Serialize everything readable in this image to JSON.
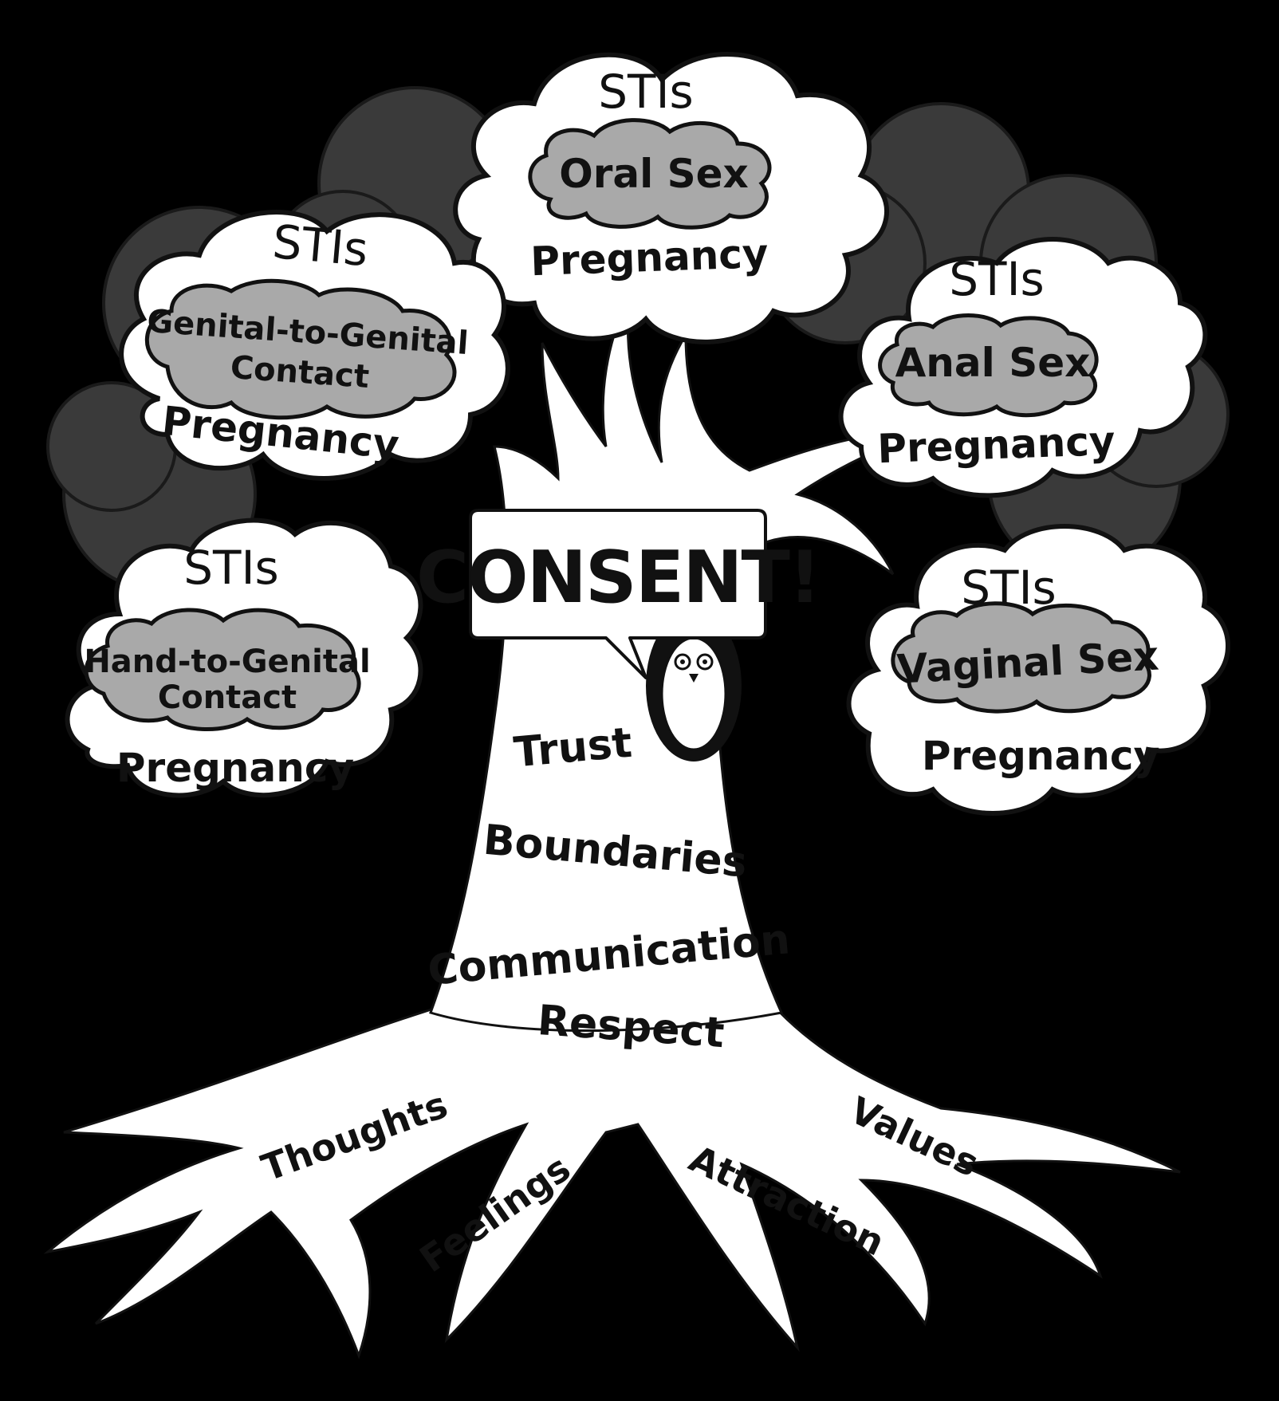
{
  "title": "CONSENT!",
  "colors": {
    "background": "#000000",
    "canopy": "#3a3a3a",
    "cloud": "#ffffff",
    "activity_cloud": "#a9a9a9",
    "outline": "#111111",
    "trunk": "#ffffff"
  },
  "clouds": [
    {
      "id": "top",
      "sti_label": "STIs",
      "activity": [
        "Oral Sex"
      ],
      "pregnancy_label": "Pregnancy"
    },
    {
      "id": "left-upper",
      "sti_label": "STIs",
      "activity": [
        "Genital-to-Genital",
        "Contact"
      ],
      "pregnancy_label": "Pregnancy"
    },
    {
      "id": "right-upper",
      "sti_label": "STIs",
      "activity": [
        "Anal Sex"
      ],
      "pregnancy_label": "Pregnancy"
    },
    {
      "id": "left-lower",
      "sti_label": "STIs",
      "activity": [
        "Hand-to-Genital",
        "Contact"
      ],
      "pregnancy_label": "Pregnancy"
    },
    {
      "id": "right-lower",
      "sti_label": "STIs",
      "activity": [
        "Vaginal Sex"
      ],
      "pregnancy_label": "Pregnancy"
    }
  ],
  "trunk_words": [
    "Trust",
    "Boundaries",
    "Communication",
    "Respect"
  ],
  "root_words": [
    "Thoughts",
    "Feelings",
    "Attraction",
    "Values"
  ],
  "mascot": "owl-icon"
}
